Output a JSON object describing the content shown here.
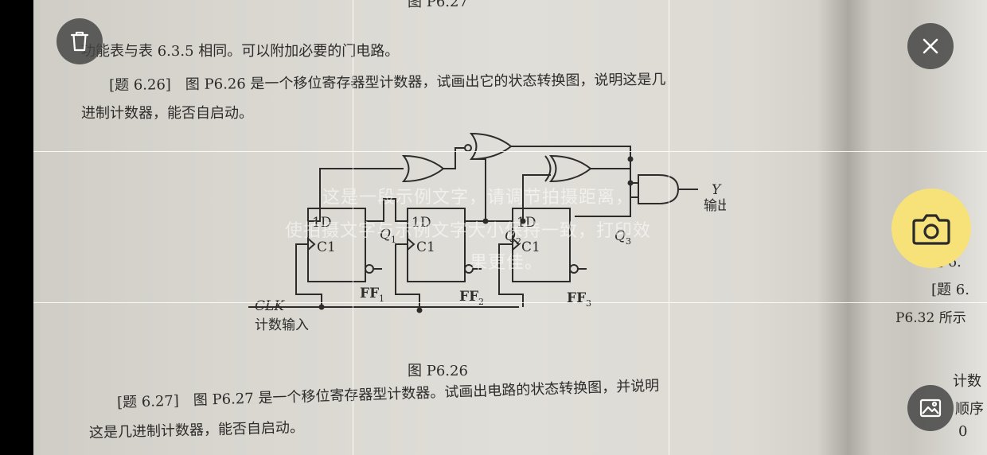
{
  "book": {
    "top_caption": "图 P6.27",
    "line1": "功能表与表 6.3.5 相同。可以附加必要的门电路。",
    "q26_line1": "[题 6.26]　图 P6.26 是一个移位寄存器型计数器，试画出它的状态转换图，说明这是几",
    "q26_line2": "进制计数器，能否自启动。",
    "fig_caption": "图 P6.26",
    "q27_line1": "[题 6.27]　图 P6.27 是一个移位寄存器型计数器。试画出电路的状态转换图，并说明",
    "q27_line2": "这是几进制计数器，能否自启动。",
    "right_page": [
      "题 6.",
      "[题 6.",
      "P6.32 所示",
      "计数",
      "顺序",
      "0"
    ]
  },
  "circuit": {
    "ff": [
      {
        "d": "1D",
        "c": "C1",
        "label": "FF",
        "sub": "1",
        "q": "Q",
        "qsub": "1"
      },
      {
        "d": "1D",
        "c": "C1",
        "label": "FF",
        "sub": "2",
        "q": "Q",
        "qsub": "2"
      },
      {
        "d": "1D",
        "c": "C1",
        "label": "FF",
        "sub": "3",
        "q": "Q",
        "qsub": "3"
      }
    ],
    "clk": "CLK",
    "clk_input": "计数输入",
    "output_y": "Y",
    "output_label": "输出"
  },
  "watermark": {
    "line1": "这是一段示例文字，请调节拍摄距离，",
    "line2": "使拍摄文字与示例文字大小保持一致，打印效",
    "line3": "果更佳。"
  },
  "icons": {
    "delete": "trash-icon",
    "close": "close-icon",
    "capture": "camera-icon",
    "gallery": "image-icon"
  },
  "colors": {
    "accent": "#f7e27a",
    "control_bg": "#464646"
  }
}
